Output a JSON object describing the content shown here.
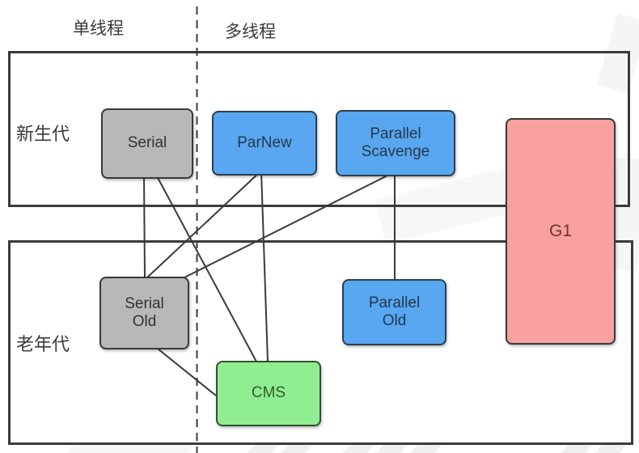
{
  "thread_labels": {
    "single": "单线程",
    "multi": "多线程"
  },
  "generations": {
    "young": {
      "label": "新生代"
    },
    "old": {
      "label": "老年代"
    }
  },
  "collectors": {
    "serial": {
      "label": "Serial",
      "fill": "#b8b8b8",
      "generation": "young",
      "threading": "single"
    },
    "parnew": {
      "label": "ParNew",
      "fill": "#58a7f0",
      "generation": "young",
      "threading": "multi"
    },
    "parallel_scavenge": {
      "label": "Parallel Scavenge",
      "fill": "#58a7f0",
      "generation": "young",
      "threading": "multi"
    },
    "g1": {
      "label": "G1",
      "fill": "#f9a0a0",
      "generation": "both",
      "threading": "multi"
    },
    "serial_old": {
      "label": "Serial Old",
      "fill": "#b8b8b8",
      "generation": "old",
      "threading": "single"
    },
    "parallel_old": {
      "label": "Parallel Old",
      "fill": "#58a7f0",
      "generation": "old",
      "threading": "multi"
    },
    "cms": {
      "label": "CMS",
      "fill": "#90ee90",
      "generation": "old",
      "threading": "multi"
    }
  },
  "connections": [
    {
      "from": "serial",
      "to": "serial_old"
    },
    {
      "from": "serial",
      "to": "cms"
    },
    {
      "from": "parnew",
      "to": "serial_old"
    },
    {
      "from": "parnew",
      "to": "cms"
    },
    {
      "from": "parallel_scavenge",
      "to": "serial_old"
    },
    {
      "from": "parallel_scavenge",
      "to": "parallel_old"
    },
    {
      "from": "serial_old",
      "to": "cms"
    }
  ],
  "colors": {
    "line": "#3a3a3a",
    "box_border": "#3a3a3a",
    "gray_fill": "#b8b8b8",
    "blue_fill": "#58a7f0",
    "green_fill": "#90ee90",
    "pink_fill": "#f9a0a0",
    "background": "#ffffff"
  }
}
